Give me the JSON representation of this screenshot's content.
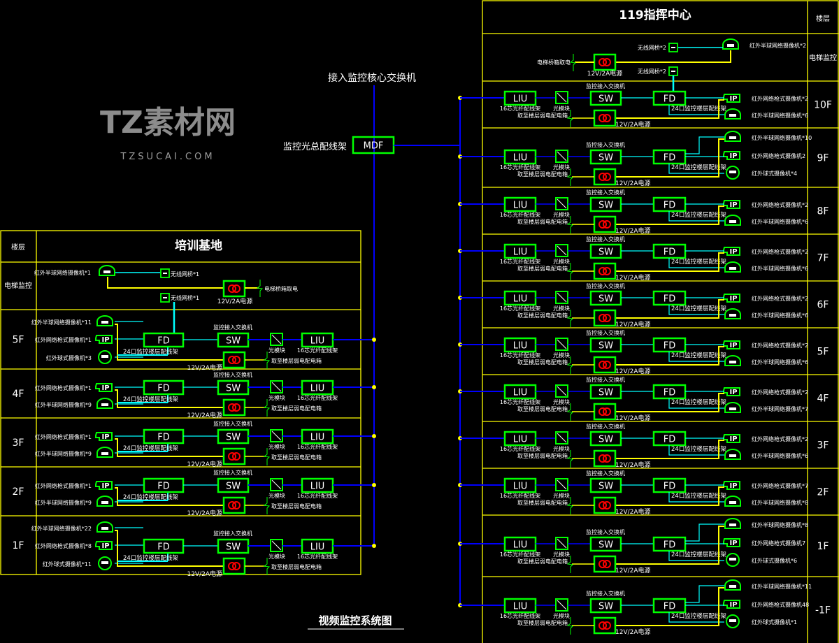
{
  "core_switch_label": "接入监控核心交换机",
  "mdf": {
    "label": "监控光总配线架",
    "box": "MDF"
  },
  "footer_title": "视频监控系统图",
  "watermark": {
    "text": "TZ素材网",
    "sub": "TZSUCAI.COM"
  },
  "labels": {
    "liu": "LIU",
    "liu_desc": "16芯光纤配线架",
    "module": "光模块",
    "sw": "SW",
    "sw_desc": "监控接入交换机",
    "fd": "FD",
    "fd_desc": "24口监控楼层配线架",
    "psu_desc": "12V/2A电源",
    "power_source": "取至楼层弱电配电箱",
    "ip_mark": "IP"
  },
  "colors": {
    "grid": "#ffff00",
    "device": "#00ff00",
    "backbone": "#0000ff",
    "data_cable": "#00ffff",
    "power_symbol": "#ff0000",
    "power_cable": "#ffff00"
  },
  "left": {
    "title": "培训基地",
    "floor_header": "楼层",
    "elevator": {
      "label": "电梯监控",
      "camera": "红外半球网络摄像机*1",
      "bridge1": "无线网桥*1",
      "bridge2": "无线网桥*1",
      "psu": "12V/2A电源",
      "power": "电梯桥箱取电"
    },
    "floors": [
      {
        "floor": "5F",
        "cameras": [
          {
            "type": "dome",
            "label": "红外半球网络摄像机*11"
          },
          {
            "type": "bullet",
            "label": "红外网络枪式摄像机*1"
          },
          {
            "type": "ball",
            "label": "红外球式摄像机*3"
          }
        ]
      },
      {
        "floor": "4F",
        "cameras": [
          {
            "type": "bullet",
            "label": "红外网络枪式摄像机*1"
          },
          {
            "type": "dome",
            "label": "红外半球网络摄像机*9"
          }
        ]
      },
      {
        "floor": "3F",
        "cameras": [
          {
            "type": "bullet",
            "label": "红外网络枪式摄像机*1"
          },
          {
            "type": "dome",
            "label": "红外半球网络摄像机*9"
          }
        ]
      },
      {
        "floor": "2F",
        "cameras": [
          {
            "type": "bullet",
            "label": "红外网络枪式摄像机*1"
          },
          {
            "type": "dome",
            "label": "红外半球网络摄像机*9"
          }
        ]
      },
      {
        "floor": "1F",
        "cameras": [
          {
            "type": "dome",
            "label": "红外半球网络摄像机*22"
          },
          {
            "type": "bullet",
            "label": "红外网络枪式摄像机*8"
          },
          {
            "type": "ball",
            "label": "红外球式摄像机*11"
          }
        ]
      }
    ]
  },
  "right": {
    "title": "119指挥中心",
    "floor_header": "楼层",
    "elevator": {
      "label": "电梯监控",
      "camera": "红外半球网络摄像机*2",
      "bridge1": "无线网桥*2",
      "bridge2": "无线网桥*2",
      "psu": "12V/2A电源",
      "power": "电梯桥箱取电"
    },
    "floors": [
      {
        "floor": "10F",
        "cameras": [
          {
            "type": "bullet",
            "label": "红外网络枪式摄像机*2"
          },
          {
            "type": "dome",
            "label": "红外半球网络摄像机*6"
          }
        ]
      },
      {
        "floor": "9F",
        "cameras": [
          {
            "type": "dome",
            "label": "红外半球网络摄像机*10"
          },
          {
            "type": "bullet",
            "label": "红外网络枪式摄像机2"
          },
          {
            "type": "ball",
            "label": "红外球式摄像机*4"
          }
        ]
      },
      {
        "floor": "8F",
        "cameras": [
          {
            "type": "bullet",
            "label": "红外网络枪式摄像机*2"
          },
          {
            "type": "dome",
            "label": "红外半球网络摄像机*6"
          }
        ]
      },
      {
        "floor": "7F",
        "cameras": [
          {
            "type": "bullet",
            "label": "红外网络枪式摄像机*2"
          },
          {
            "type": "dome",
            "label": "红外半球网络摄像机*6"
          }
        ]
      },
      {
        "floor": "6F",
        "cameras": [
          {
            "type": "bullet",
            "label": "红外网络枪式摄像机*2"
          },
          {
            "type": "dome",
            "label": "红外半球网络摄像机*6"
          }
        ]
      },
      {
        "floor": "5F",
        "cameras": [
          {
            "type": "bullet",
            "label": "红外网络枪式摄像机*2"
          },
          {
            "type": "dome",
            "label": "红外半球网络摄像机*6"
          }
        ]
      },
      {
        "floor": "4F",
        "cameras": [
          {
            "type": "bullet",
            "label": "红外网络枪式摄像机*2"
          },
          {
            "type": "dome",
            "label": "红外半球网络摄像机*7"
          }
        ]
      },
      {
        "floor": "3F",
        "cameras": [
          {
            "type": "bullet",
            "label": "红外网络枪式摄像机*2"
          },
          {
            "type": "dome",
            "label": "红外半球网络摄像机*6"
          }
        ]
      },
      {
        "floor": "2F",
        "cameras": [
          {
            "type": "bullet",
            "label": "红外网络枪式摄像机*7"
          },
          {
            "type": "dome",
            "label": "红外半球网络摄像机*8"
          }
        ]
      },
      {
        "floor": "1F",
        "cameras": [
          {
            "type": "dome",
            "label": "红外半球网络摄像机*8"
          },
          {
            "type": "bullet",
            "label": "红外网络枪式摄像机7"
          },
          {
            "type": "ball",
            "label": "红外球式摄像机*6"
          }
        ]
      },
      {
        "floor": "-1F",
        "cameras": [
          {
            "type": "dome",
            "label": "红外半球网络摄像机*11"
          },
          {
            "type": "bullet",
            "label": "红外网络枪式摄像机48"
          },
          {
            "type": "ball",
            "label": "红外球式摄像机*1"
          }
        ]
      }
    ]
  }
}
